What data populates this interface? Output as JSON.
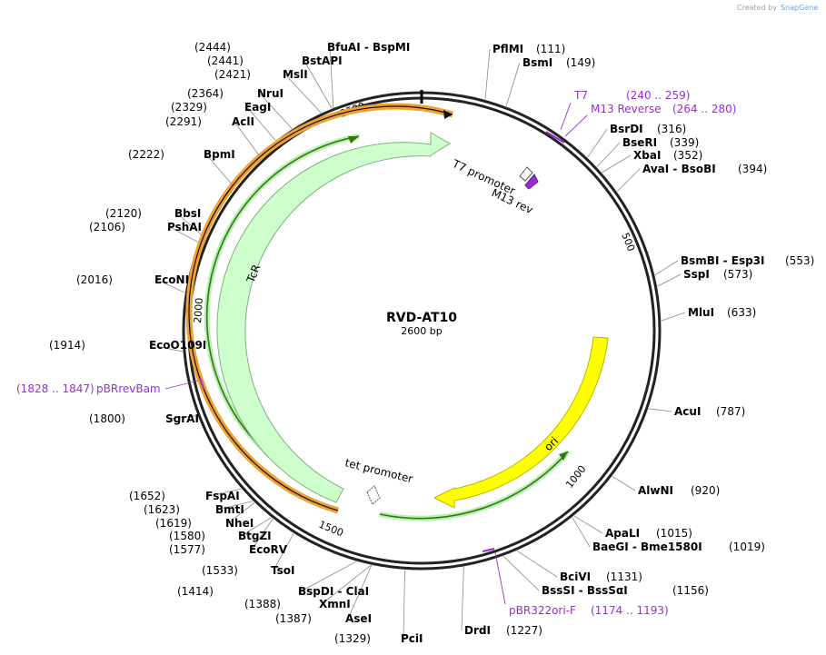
{
  "credit": {
    "created_by": "Created by",
    "app": "SnapGene"
  },
  "plasmid": {
    "name": "RVD-AT10",
    "size": "2600 bp"
  },
  "ticks": [
    "500",
    "1000",
    "1500",
    "2000",
    "2500"
  ],
  "features": {
    "tcr": "TcR",
    "ori": "ori",
    "t7_promoter": "T7 promoter",
    "m13_rev": "M13 rev",
    "tet_promoter": "tet promoter"
  },
  "sites": [
    {
      "name": "PflMI",
      "pos": "(111)"
    },
    {
      "name": "BsmI",
      "pos": "(149)"
    },
    {
      "name": "BsrDI",
      "pos": "(316)"
    },
    {
      "name": "BseRI",
      "pos": "(339)"
    },
    {
      "name": "XbaI",
      "pos": "(352)"
    },
    {
      "name": "AvaI",
      "name2": "BsoBI",
      "pos": "(394)"
    },
    {
      "name": "BsmBI",
      "name2": "Esp3I",
      "pos": "(553)"
    },
    {
      "name": "SspI",
      "pos": "(573)"
    },
    {
      "name": "MluI",
      "pos": "(633)"
    },
    {
      "name": "AcuI",
      "pos": "(787)"
    },
    {
      "name": "AlwNI",
      "pos": "(920)"
    },
    {
      "name": "ApaLI",
      "pos": "(1015)"
    },
    {
      "name": "BaeGI",
      "name2": "Bme1580I",
      "pos": "(1019)"
    },
    {
      "name": "BciVI",
      "pos": "(1131)"
    },
    {
      "name": "BssSI",
      "name2": "BssSαI",
      "pos": "(1156)"
    },
    {
      "name": "DrdI",
      "pos": "(1227)"
    },
    {
      "name": "PciI",
      "pos": "(1329)"
    },
    {
      "name": "AseI",
      "pos": "(1387)"
    },
    {
      "name": "XmnI",
      "pos": "(1388)"
    },
    {
      "name": "BspDI",
      "name2": "ClaI",
      "pos": "(1414)"
    },
    {
      "name": "TsoI",
      "pos": "(1533)"
    },
    {
      "name": "EcoRV",
      "pos": "(1577)"
    },
    {
      "name": "BtgZI",
      "pos": "(1580)"
    },
    {
      "name": "NheI",
      "pos": "(1619)"
    },
    {
      "name": "BmtI",
      "pos": "(1623)"
    },
    {
      "name": "FspAI",
      "pos": "(1652)"
    },
    {
      "name": "SgrAI",
      "pos": "(1800)"
    },
    {
      "name": "EcoO109I",
      "pos": "(1914)"
    },
    {
      "name": "EcoNI",
      "pos": "(2016)"
    },
    {
      "name": "PshAI",
      "pos": "(2106)"
    },
    {
      "name": "BbsI",
      "pos": "(2120)"
    },
    {
      "name": "BpmI",
      "pos": "(2222)"
    },
    {
      "name": "AclI",
      "pos": "(2291)"
    },
    {
      "name": "EagI",
      "pos": "(2329)"
    },
    {
      "name": "NruI",
      "pos": "(2364)"
    },
    {
      "name": "MslI",
      "pos": "(2421)"
    },
    {
      "name": "BstAPI",
      "pos": "(2441)"
    },
    {
      "name": "BfuAI",
      "name2": "BspMI",
      "pos": "(2444)"
    }
  ],
  "primers": [
    {
      "name": "T7",
      "range": "(240 .. 259)"
    },
    {
      "name": "M13 Reverse",
      "range": "(264 .. 280)"
    },
    {
      "name": "pBR322ori-F",
      "range": "(1174 .. 1193)"
    },
    {
      "name": "pBRrevBam",
      "range": "(1828 .. 1847)"
    }
  ],
  "colors": {
    "backbone": "#222222",
    "tcr_fill": "#ccffcc",
    "ori_fill": "#ffff00",
    "orange_arc": "#f0a030",
    "green_arc": "#2e7d00",
    "primer": "#9b2bd6"
  }
}
